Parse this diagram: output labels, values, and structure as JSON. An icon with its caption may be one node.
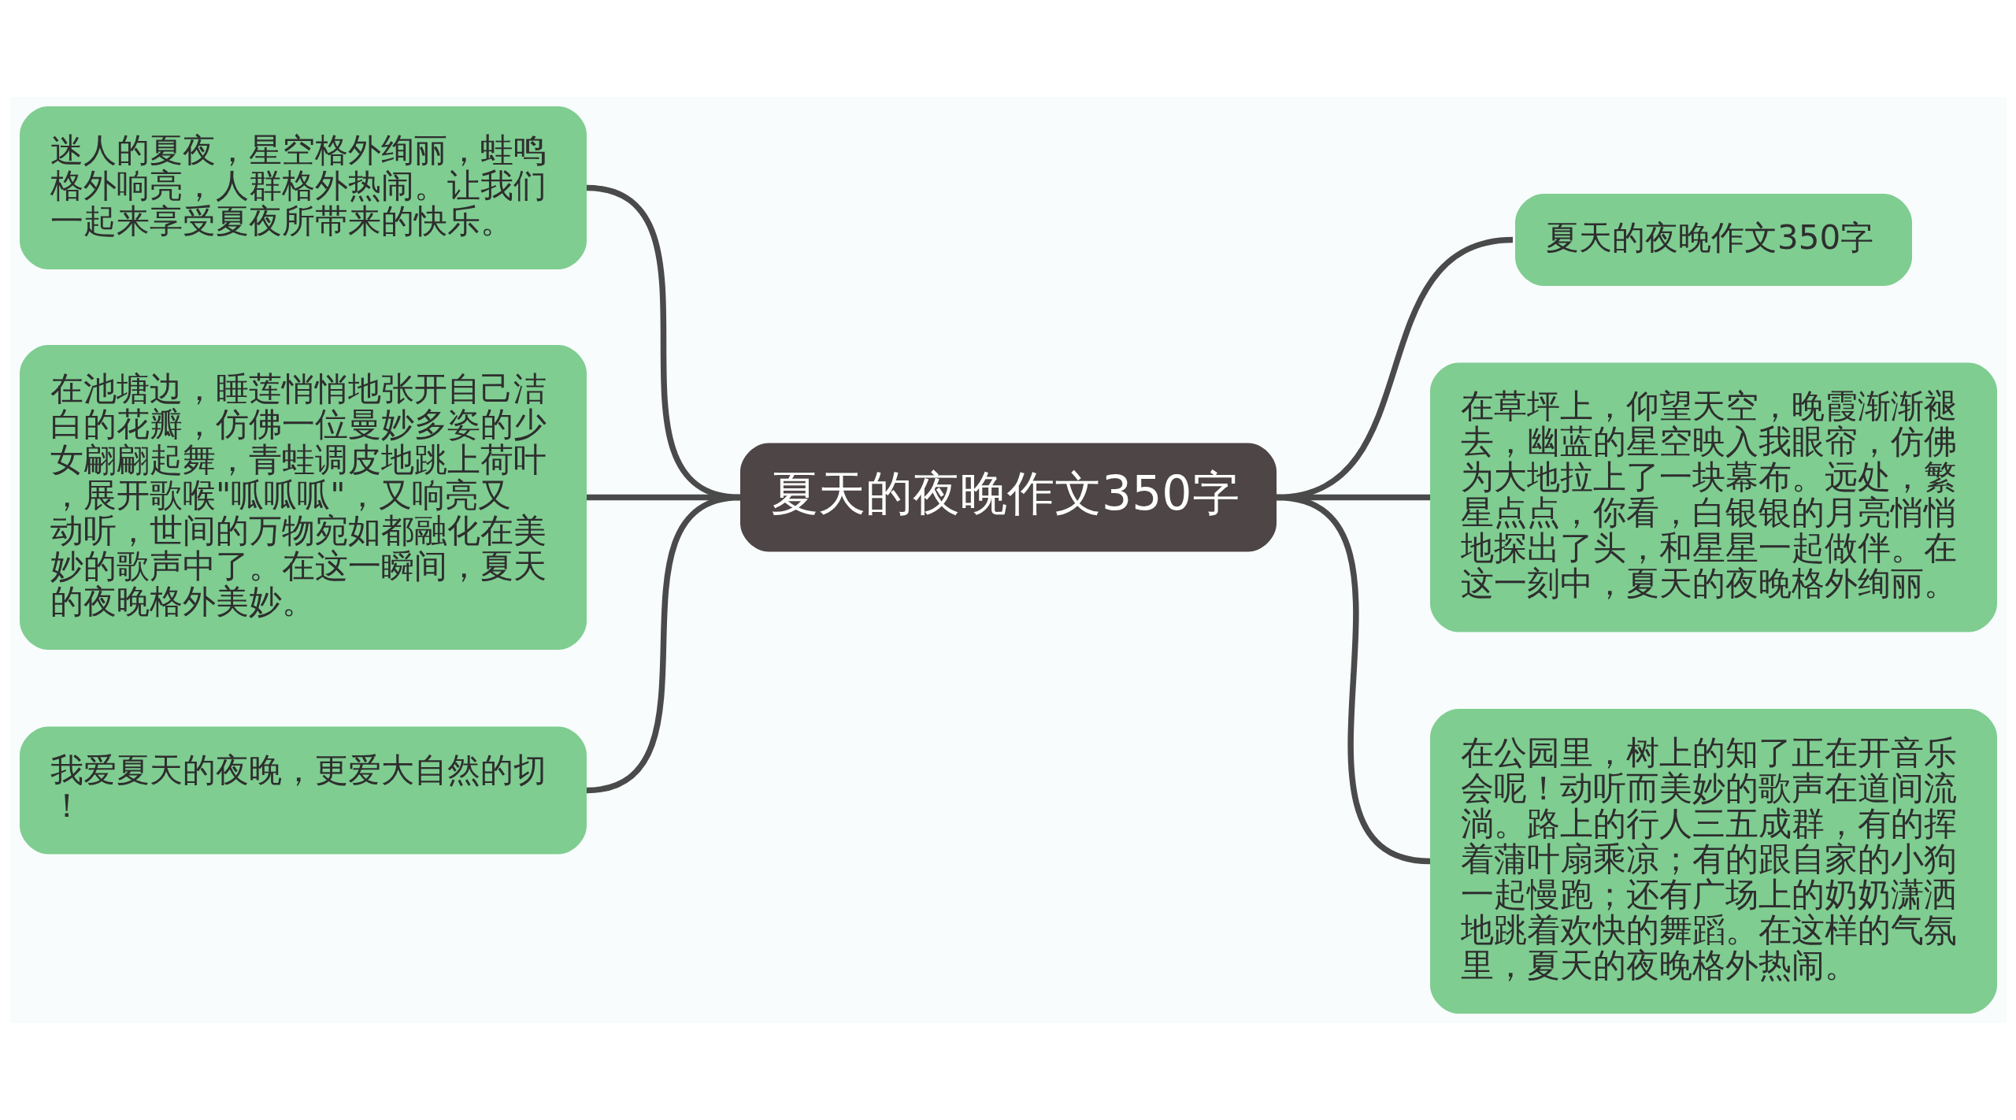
{
  "diagram": {
    "nodes": [
      {
        "text": [
          "夏天的夜晚作文350字"
        ]
      },
      {
        "text": [
          "迷人的夏夜，星空格外绚丽，蛙鸣格外响亮，人群格外热闹。让我们一起来享受夏夜所带来的快乐。"
        ]
      },
      {
        "text": [
          "在池塘边，睡莲悄悄地张开自己洁白的花瓣，仿佛一位曼妙多姿的少女翩翩起舞，青蛙调皮地跳上荷叶，展开歌喉\"呱呱呱\"，又响亮又动听，世间的万物宛如都融化在美妙的歌声中了。在这一瞬间，夏天的夜晚格外美妙。"
        ]
      },
      {
        "text": [
          "我爱夏天的夜晚，更爱大自然的切！"
        ]
      },
      {
        "text": [
          "夏天的夜晚作文350字"
        ]
      },
      {
        "text": [
          "在草坪上，仰望天空，晚霞渐渐褪去，幽蓝的星空映入我眼帘，仿佛为大地拉上了一块幕布。远处，繁星点点，你看，白银银的月亮悄悄地探出了头，和星星一起做伴。在这一刻中，夏天的夜晚格外绚丽。"
        ]
      },
      {
        "text": [
          "在公园里，树上的知了正在开音乐会呢！动听而美妙的歌声在道间流淌。路上的行人三五成群，有的挥着蒲叶扇乘凉；有的跟自家的小狗一起慢跑；还有广场上的奶奶潇洒地跳着欢快的舞蹈。在这样的气氛里，夏天的夜晚格外热闹。"
        ]
      }
    ],
    "edges": [
      {
        "from": 0,
        "to": 1,
        "arrow": "none"
      },
      {
        "from": 0,
        "to": 2,
        "arrow": "none"
      },
      {
        "from": 0,
        "to": 3,
        "arrow": "none"
      },
      {
        "from": 0,
        "to": 4,
        "arrow": "none"
      },
      {
        "from": 0,
        "to": 5,
        "arrow": "none"
      },
      {
        "from": 0,
        "to": 6,
        "arrow": "none"
      }
    ]
  }
}
